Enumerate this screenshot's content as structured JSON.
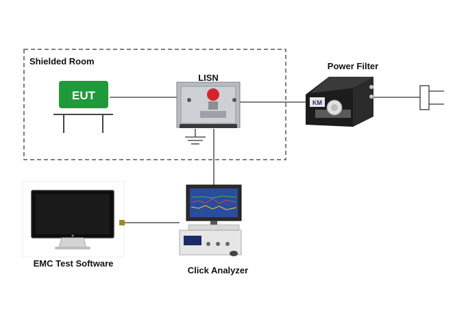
{
  "room": {
    "label": "Shielded Room"
  },
  "eut": {
    "label": "EUT"
  },
  "lisn": {
    "label": "LISN"
  },
  "power_filter": {
    "label": "Power Filter",
    "brand_text": "KM"
  },
  "software": {
    "label": "EMC Test Software"
  },
  "analyzer": {
    "label": "Click Analyzer"
  },
  "colors": {
    "eut_green": "#1f9a3a",
    "wire": "#333333",
    "dashed_border": "#555555",
    "lisn_red": "#d8232a",
    "screen_blue": "#2a4c9c"
  }
}
